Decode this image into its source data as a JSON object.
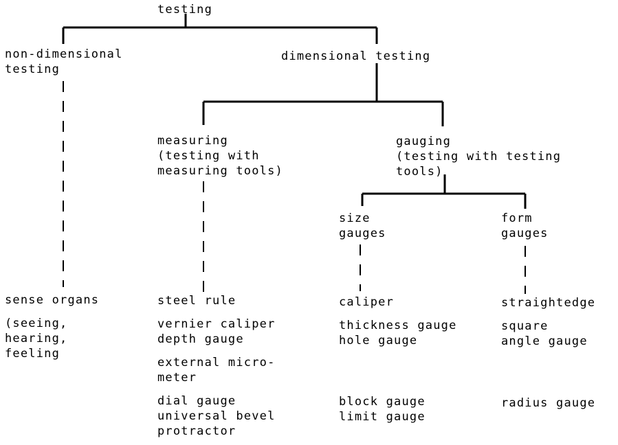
{
  "root": "testing",
  "branches": {
    "non_dimensional": "non-dimensional\ntesting",
    "dimensional": "dimensional testing"
  },
  "dimensional_branches": {
    "measuring": "measuring\n(testing with\nmeasuring tools)",
    "gauging": "gauging\n(testing with testing\ntools)"
  },
  "gauging_branches": {
    "size": "size\ngauges",
    "form": "form\ngauges"
  },
  "non_dimensional_items": [
    "sense organs",
    "(seeing,\nhearing,\nfeeling"
  ],
  "measuring_items": [
    "steel rule",
    "vernier caliper\ndepth gauge",
    "external micro-\nmeter",
    "dial gauge\nuniversal bevel\nprotractor"
  ],
  "size_gauge_items": [
    "caliper",
    "thickness gauge\nhole gauge",
    "block gauge\nlimit gauge"
  ],
  "form_gauge_items": [
    "straightedge",
    "square\nangle gauge",
    "radius gauge"
  ]
}
